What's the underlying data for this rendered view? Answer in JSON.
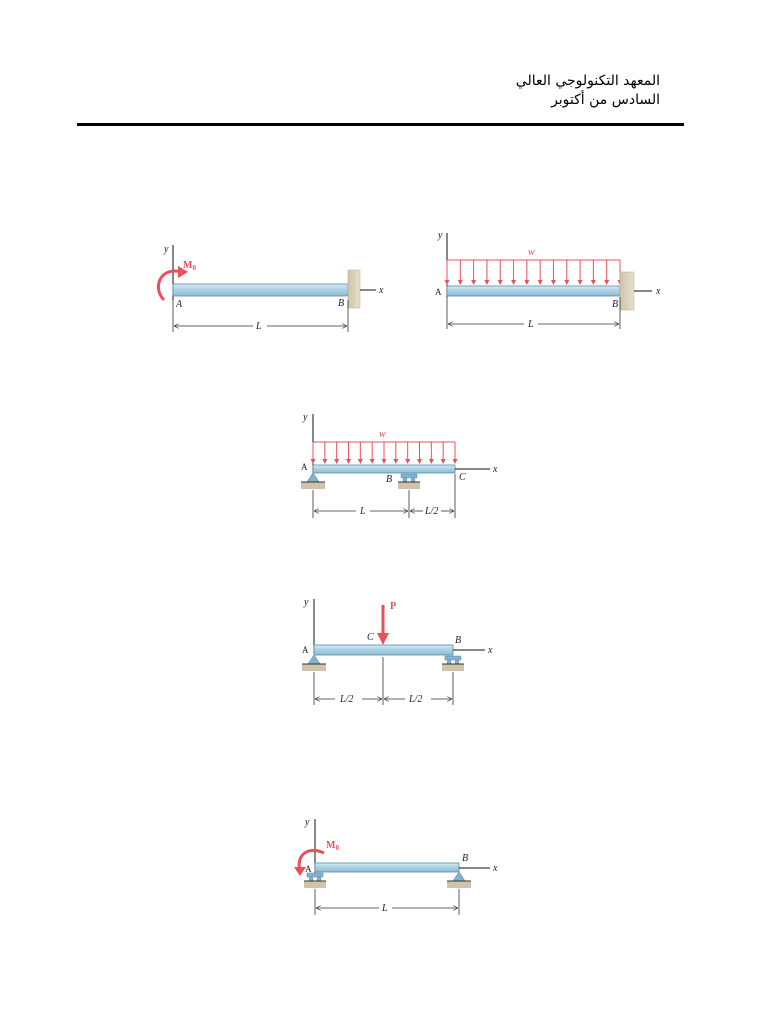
{
  "header": {
    "line1": "المعهد التكنولوجي العالي",
    "line2": "السادس من أكتوبر"
  },
  "figures": {
    "fig1": {
      "y": "y",
      "x": "x",
      "load": "M",
      "load_sub": "0",
      "A": "A",
      "B": "B",
      "L": "L"
    },
    "fig2": {
      "y": "y",
      "x": "x",
      "load": "w",
      "A": "A",
      "B": "B",
      "L": "L"
    },
    "fig3": {
      "y": "y",
      "x": "x",
      "load": "w",
      "A": "A",
      "B": "B",
      "C": "C",
      "L": "L",
      "L2": "L/2"
    },
    "fig4": {
      "y": "y",
      "x": "x",
      "load": "P",
      "A": "A",
      "B": "B",
      "C": "C",
      "L2a": "L/2",
      "L2b": "L/2"
    },
    "fig5": {
      "y": "y",
      "x": "x",
      "load": "M",
      "load_sub": "0",
      "A": "A",
      "B": "B",
      "L": "L"
    }
  },
  "colors": {
    "load": "#e8505b",
    "beam": "#b9d9ea",
    "wall": "#ddd2bd",
    "support": "#7fb3cf"
  }
}
